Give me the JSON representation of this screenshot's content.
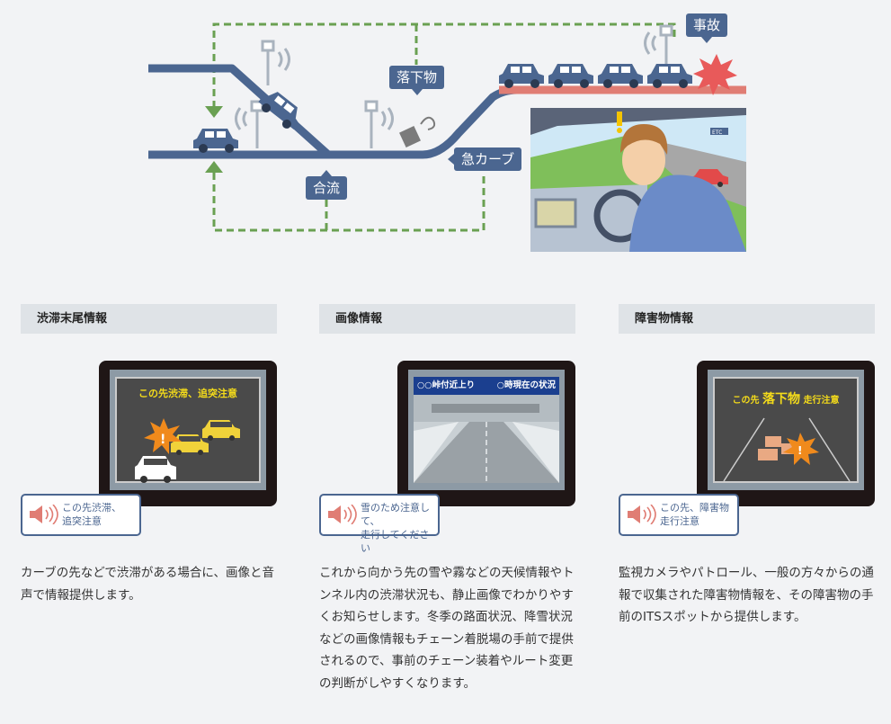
{
  "diagram": {
    "labels": {
      "accident": "事故",
      "fallen_object": "落下物",
      "sharp_curve": "急カーブ",
      "merge": "合流"
    },
    "driver_scene": {
      "sign": "ETC"
    },
    "colors": {
      "road": "#4b6690",
      "congestion": "#e07d74",
      "link": "#6aa052",
      "accent": "#f5b400"
    }
  },
  "columns": [
    {
      "title": "渋滞末尾情報",
      "screen_text": "この先渋滞、追突注意",
      "bubble": "この先渋滞、\n追突注意",
      "description": "カーブの先などで渋滞がある場合に、画像と音声で情報提供します。"
    },
    {
      "title": "画像情報",
      "screen_header_left": "○○峠付近上り",
      "screen_header_right": "○時現在の状況",
      "bubble": "雪のため注意して、\n走行してください",
      "description": "これから向かう先の雪や霧などの天候情報やトンネル内の渋滞状況も、静止画像でわかりやすくお知らせします。冬季の路面状況、降雪状況などの画像情報もチェーン着脱場の手前で提供されるので、事前のチェーン装着やルート変更の判断がしやすくなります。"
    },
    {
      "title": "障害物情報",
      "screen_text_pre": "この先",
      "screen_text_main": "落下物",
      "screen_text_post": "走行注意",
      "bubble": "この先、障害物\n走行注意",
      "description": "監視カメラやパトロール、一般の方々からの通報で収集された障害物情報を、その障害物の手前のITSスポットから提供します。"
    }
  ]
}
